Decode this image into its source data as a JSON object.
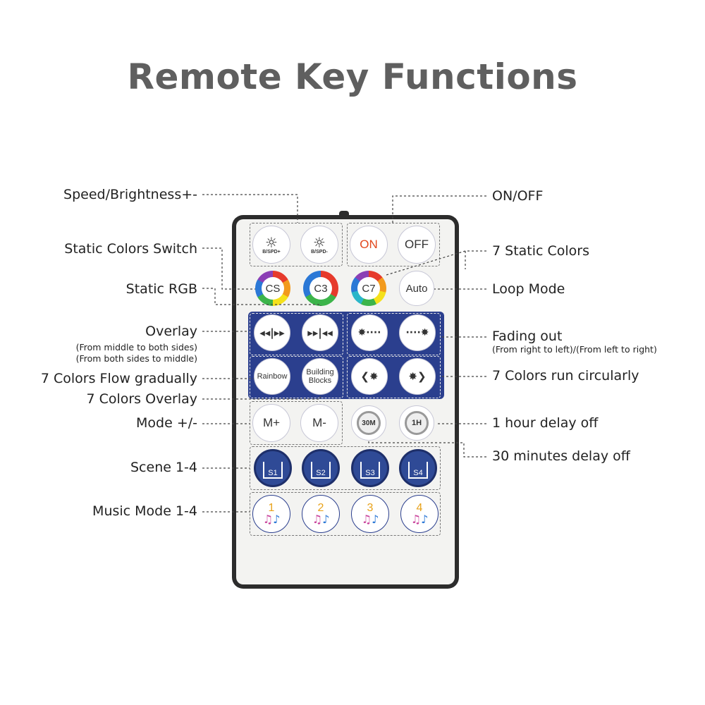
{
  "title": "Remote Key Functions",
  "labels": {
    "speed_brightness": "Speed/Brightness+-",
    "static_colors_switch": "Static Colors Switch",
    "static_rgb": "Static RGB",
    "overlay": "Overlay",
    "overlay_sub1": "(From middle to both sides)",
    "overlay_sub2": "(From both sides to middle)",
    "flow_gradually": "7 Colors Flow gradually",
    "colors_overlay": "7 Colors Overlay",
    "mode": "Mode +/-",
    "scene": "Scene 1-4",
    "music": "Music Mode 1-4",
    "on_off": "ON/OFF",
    "static_colors": "7 Static Colors",
    "loop_mode": "Loop Mode",
    "fading_out": "Fading out",
    "fading_sub": "(From right to left)/(From left to right)",
    "run_circularly": "7 Colors run circularly",
    "hour_delay": "1 hour delay off",
    "minutes_delay": "30 minutes delay off"
  },
  "buttons": {
    "bspd_plus": "B/SPD+",
    "bspd_minus": "B/SPD-",
    "on": "ON",
    "off": "OFF",
    "cs": "CS",
    "c3": "C3",
    "c7": "C7",
    "auto": "Auto",
    "rainbow": "Rainbow",
    "building1": "Building",
    "building2": "Blocks",
    "mplus": "M+",
    "mminus": "M-",
    "m30": "30M",
    "h1": "1H",
    "s1": "S1",
    "s2": "S2",
    "s3": "S3",
    "s4": "S4",
    "music1": "1",
    "music2": "2",
    "music3": "3",
    "music4": "4"
  },
  "colors": {
    "title": "#5f5f5f",
    "remote_body": "#2c2c2c",
    "panel": "#2b3f8e",
    "on_text": "#e2471c",
    "music_number": "#e8a21a"
  }
}
